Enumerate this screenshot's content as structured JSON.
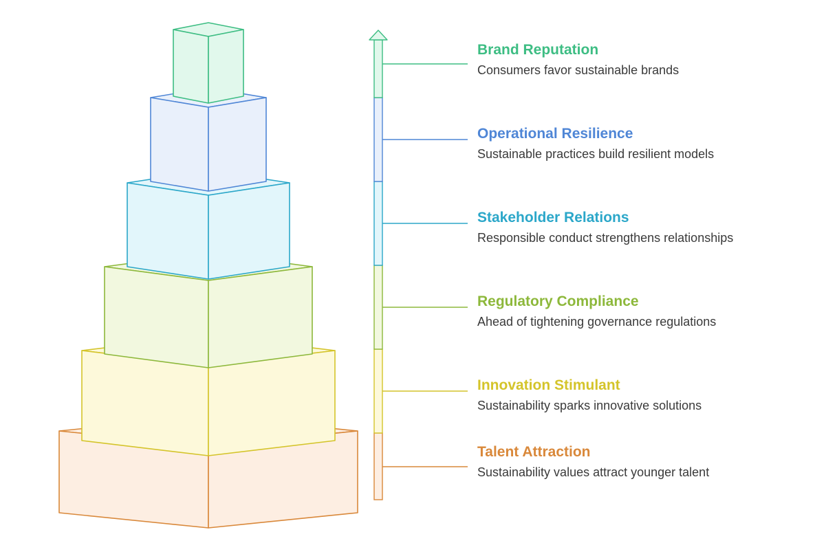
{
  "levels": [
    {
      "title": "Talent Attraction",
      "description": "Sustainability values attract younger talent",
      "stroke": "#D9883A",
      "fill": "#FDEEE2"
    },
    {
      "title": "Innovation Stimulant",
      "description": "Sustainability sparks innovative solutions",
      "stroke": "#D4C42A",
      "fill": "#FDF9DA"
    },
    {
      "title": "Regulatory Compliance",
      "description": "Ahead of tightening governance regulations",
      "stroke": "#8DB83B",
      "fill": "#F2F8DF"
    },
    {
      "title": "Stakeholder Relations",
      "description": "Responsible conduct strengthens relationships",
      "stroke": "#2BA7C9",
      "fill": "#E2F6FB"
    },
    {
      "title": "Operational Resilience",
      "description": "Sustainable practices build resilient models",
      "stroke": "#4F86D6",
      "fill": "#E9F0FB"
    },
    {
      "title": "Brand Reputation",
      "description": "Consumers favor sustainable brands",
      "stroke": "#3DBD83",
      "fill": "#E1F8EC"
    }
  ]
}
